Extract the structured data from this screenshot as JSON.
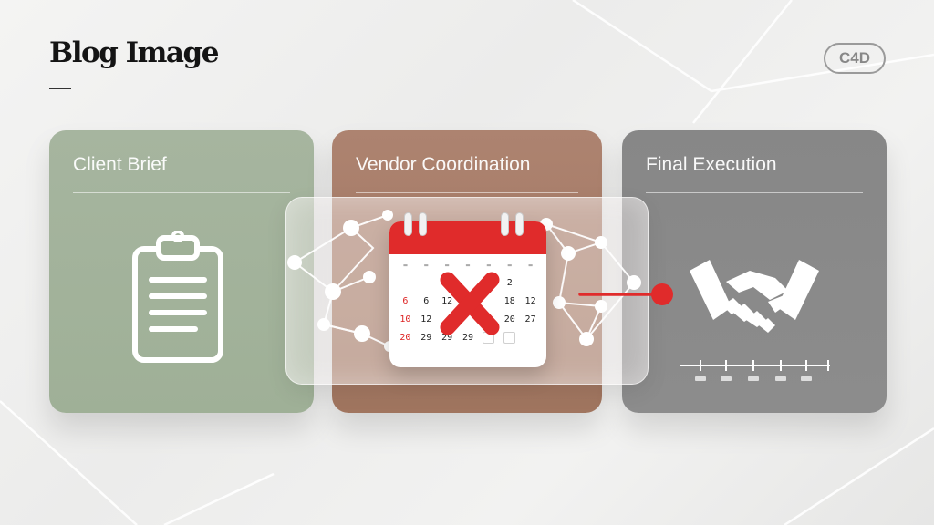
{
  "header": {
    "title": "Blog Image",
    "badge": "C4D"
  },
  "cards": [
    {
      "label": "Client Brief",
      "icon": "clipboard-icon"
    },
    {
      "label": "Vendor Coordination",
      "icon": "calendar-cancel-icon"
    },
    {
      "label": "Final Execution",
      "icon": "handshake-icon"
    }
  ],
  "calendar": {
    "icon": "x-mark-icon",
    "rows": [
      [
        "",
        "",
        "",
        "",
        "",
        "",
        ""
      ],
      [
        "",
        "",
        "",
        "",
        "",
        "2",
        ""
      ],
      [
        "6",
        "6",
        "12",
        "",
        "",
        "18",
        "12"
      ],
      [
        "10",
        "12",
        "",
        "",
        "",
        "20",
        "27"
      ],
      [
        "20",
        "29",
        "29",
        "29",
        "",
        "",
        ""
      ]
    ]
  },
  "timeline": {
    "ticks": [
      "",
      "",
      "",
      "",
      ""
    ]
  },
  "colors": {
    "green_card": "#a6b59f",
    "brown_card": "#a0755f",
    "gray_card": "#878787",
    "accent_red": "#e02b2b",
    "background": "#efefee"
  }
}
